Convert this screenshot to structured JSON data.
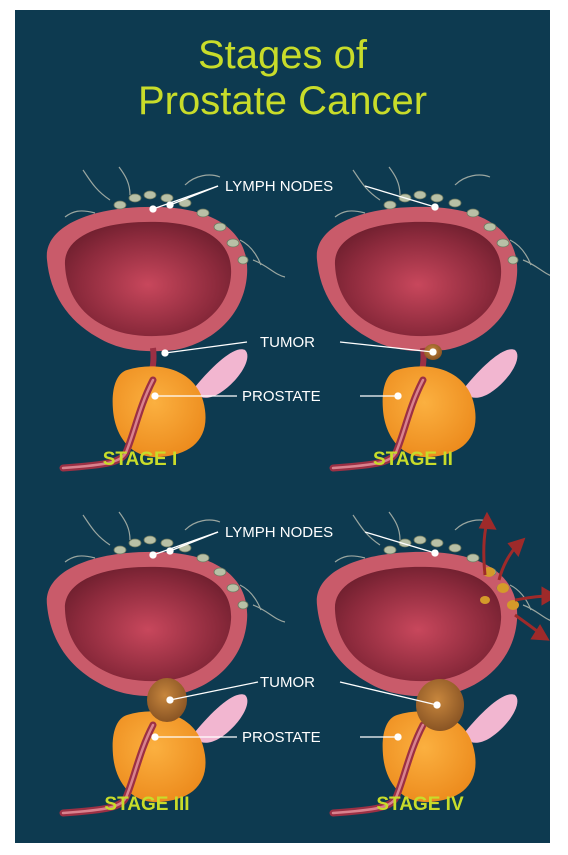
{
  "title": {
    "line1": "Stages of",
    "line2": "Prostate Cancer"
  },
  "labels": {
    "lymph_nodes": "LYMPH NODES",
    "tumor": "TUMOR",
    "prostate": "PROSTATE"
  },
  "stages": [
    "STAGE I",
    "STAGE II",
    "STAGE III",
    "STAGE IV"
  ],
  "colors": {
    "background": "#0d3a50",
    "accent": "#c8dc2a",
    "prostate": "#f39a2a",
    "bladder": "#b8404e",
    "tumor": "#a86a2c",
    "metastasis_arrow": "#9e2a2a"
  }
}
